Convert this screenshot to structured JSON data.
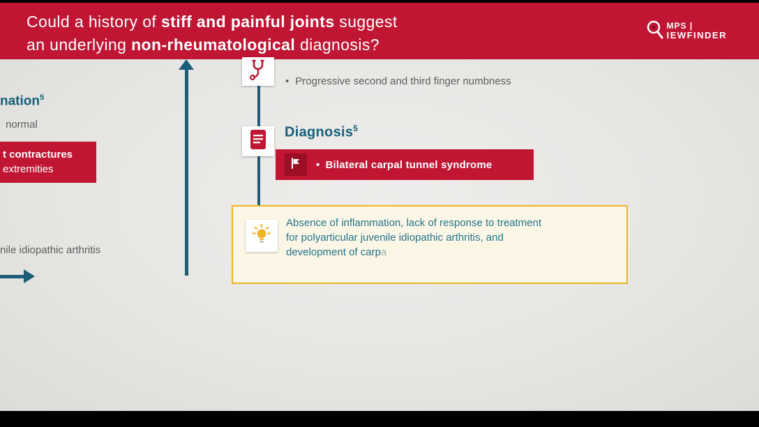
{
  "colors": {
    "brand_red": "#c01533",
    "dark_red": "#9c0e26",
    "arrow_teal": "#1c5d77",
    "heading_teal": "#14607a",
    "callout_teal": "#23758a",
    "amber": "#f0b323",
    "gray_text": "#5b5e60",
    "background": "#e8e6e3"
  },
  "header": {
    "line1_pre": "Could a history of ",
    "line1_bold": "stiff and painful joints",
    "line1_post": " suggest",
    "line2_pre": "an underlying ",
    "line2_bold": "non-rheumatological",
    "line2_post": " diagnosis?",
    "logo_top": "MPS |",
    "logo_main": "IEWFINDER"
  },
  "left_panel": {
    "examination_heading": "nation",
    "examination_sup": "5",
    "normal_text": "normal",
    "contractures_line1": "t contractures",
    "contractures_line2": "extremities",
    "jia_text": "nile idiopathic arthritis"
  },
  "timeline": {
    "symptom_bullet": "•",
    "symptom_text": "Progressive second and third finger numbness",
    "diagnosis_label": "Diagnosis",
    "diagnosis_sup": "5",
    "banner_bullet": "•",
    "banner_text": "Bilateral carpal tunnel syndrome",
    "callout": {
      "line1": "Absence of inflammation, lack of response to treatment",
      "line2": "for polyarticular juvenile idiopathic arthritis, and",
      "line3": "development of carp",
      "typing_char": "a"
    }
  }
}
